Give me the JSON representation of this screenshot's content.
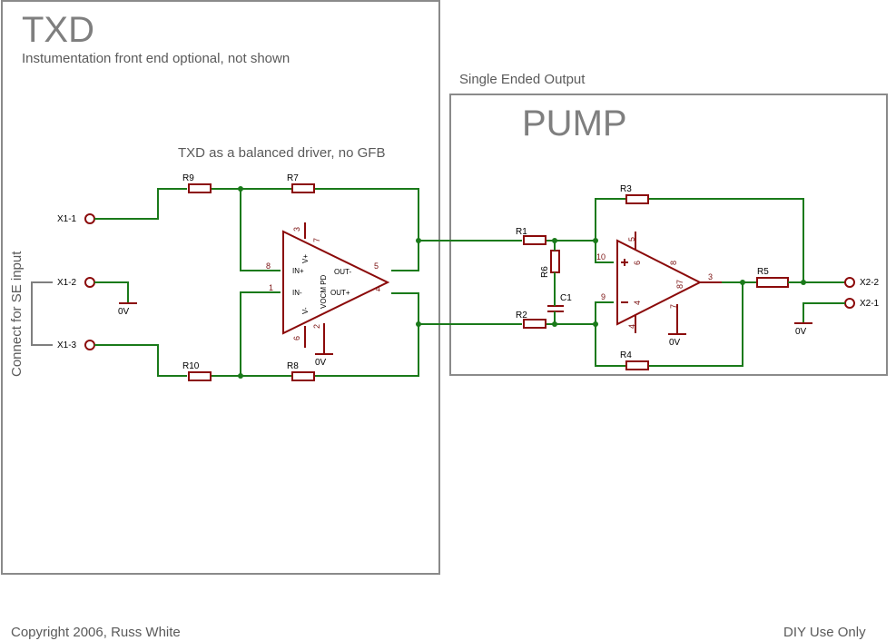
{
  "left_block": {
    "title": "TXD",
    "subtitle": "Instumentation front end optional, not shown",
    "driver_caption": "TXD as a balanced driver, no GFB",
    "se_note": "Connect for SE input"
  },
  "right_block": {
    "caption_above": "Single Ended Output",
    "title": "PUMP"
  },
  "footer": {
    "copyright": "Copyright 2006, Russ White",
    "usage": "DIY Use Only"
  },
  "connectors": {
    "x1_1": "X1-1",
    "x1_2": "X1-2",
    "x1_3": "X1-3",
    "x2_2": "X2-2",
    "x2_1": "X2-1"
  },
  "resistors": {
    "r1": "R1",
    "r2": "R2",
    "r3": "R3",
    "r4": "R4",
    "r5": "R5",
    "r6": "R6",
    "r7": "R7",
    "r8": "R8",
    "r9": "R9",
    "r10": "R10"
  },
  "capacitors": {
    "c1": "C1"
  },
  "ground_label": "0V",
  "driver_ic": {
    "in_plus": "IN+",
    "in_minus": "IN-",
    "v_plus": "V+",
    "v_minus": "V-",
    "out_minus": "OUT-",
    "out_plus": "OUT+",
    "vocm_pd": "VOCM PD",
    "pin_8": "8",
    "pin_1": "1",
    "pin_5": "5",
    "pin_4": "4",
    "pin_3": "3",
    "pin_7": "7",
    "pin_6": "6",
    "pin_2": "2"
  },
  "opamp_ic": {
    "pin_10": "10",
    "pin_9": "9",
    "pin_3": "3",
    "pin_5": "5",
    "pin_8": "8",
    "pin_7": "7",
    "pin_4": "4",
    "pin_87": "87",
    "inner_6": "6",
    "inner_4": "4"
  }
}
